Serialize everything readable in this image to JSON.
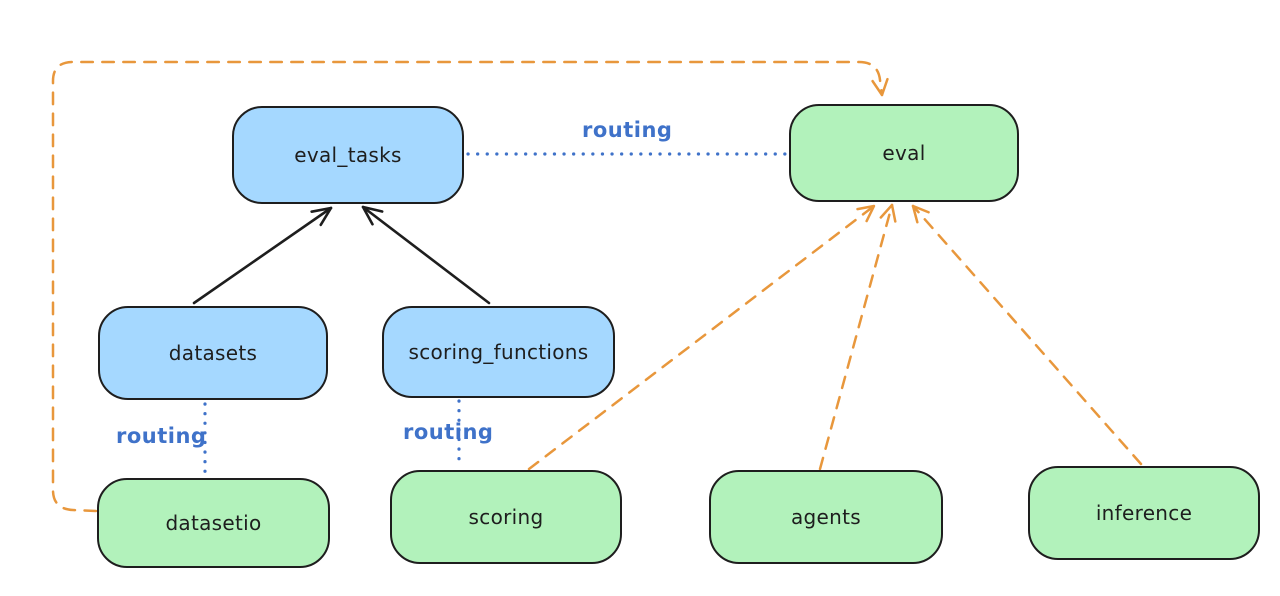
{
  "palette": {
    "background": "#ffffff",
    "ink": "#1e1e1e",
    "blue-fill": "#a5d8ff",
    "green-fill": "#b2f2bb",
    "orange": "#e8973c",
    "routing-blue": "#3f72c9"
  },
  "nodes": [
    {
      "id": "eval_tasks",
      "label": "eval_tasks",
      "fill": "blue"
    },
    {
      "id": "eval",
      "label": "eval",
      "fill": "green"
    },
    {
      "id": "datasets",
      "label": "datasets",
      "fill": "blue"
    },
    {
      "id": "scoring_functions",
      "label": "scoring_functions",
      "fill": "blue"
    },
    {
      "id": "datasetio",
      "label": "datasetio",
      "fill": "green"
    },
    {
      "id": "scoring",
      "label": "scoring",
      "fill": "green"
    },
    {
      "id": "agents",
      "label": "agents",
      "fill": "green"
    },
    {
      "id": "inference",
      "label": "inference",
      "fill": "green"
    }
  ],
  "edges": [
    {
      "from": "datasets",
      "to": "eval_tasks",
      "style": "solid",
      "color": "#1e1e1e",
      "arrow": true,
      "label": ""
    },
    {
      "from": "scoring_functions",
      "to": "eval_tasks",
      "style": "solid",
      "color": "#1e1e1e",
      "arrow": true,
      "label": ""
    },
    {
      "from": "eval_tasks",
      "to": "eval",
      "style": "dotted",
      "color": "#3f72c9",
      "arrow": false,
      "label": "routing"
    },
    {
      "from": "datasets",
      "to": "datasetio",
      "style": "dotted",
      "color": "#3f72c9",
      "arrow": false,
      "label": "routing"
    },
    {
      "from": "scoring_functions",
      "to": "scoring",
      "style": "dotted",
      "color": "#3f72c9",
      "arrow": false,
      "label": "routing"
    },
    {
      "from": "datasetio",
      "to": "eval",
      "style": "dashed",
      "color": "#e8973c",
      "arrow": true,
      "label": ""
    },
    {
      "from": "scoring",
      "to": "eval",
      "style": "dashed",
      "color": "#e8973c",
      "arrow": true,
      "label": ""
    },
    {
      "from": "agents",
      "to": "eval",
      "style": "dashed",
      "color": "#e8973c",
      "arrow": true,
      "label": ""
    },
    {
      "from": "inference",
      "to": "eval",
      "style": "dashed",
      "color": "#e8973c",
      "arrow": true,
      "label": ""
    }
  ]
}
